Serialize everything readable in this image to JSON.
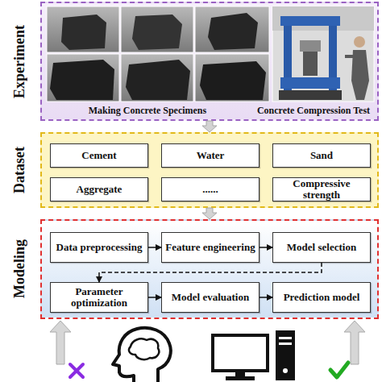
{
  "diagram": {
    "nodes": [
      {
        "text": [
          "Experiment",
          "Making Concrete Specimens",
          "Concrete Compression Test"
        ]
      },
      {
        "text": [
          "Dataset"
        ]
      },
      {
        "text": [
          "Cement"
        ],
        "in": 1
      },
      {
        "text": [
          "Water"
        ],
        "in": 1
      },
      {
        "text": [
          "Sand"
        ],
        "in": 1
      },
      {
        "text": [
          "Aggregate"
        ],
        "in": 1
      },
      {
        "text": [
          "......"
        ],
        "in": 1
      },
      {
        "text": [
          "Compressive strength"
        ],
        "in": 1
      },
      {
        "text": [
          "Modeling"
        ]
      },
      {
        "text": [
          "Data preprocessing"
        ],
        "in": 8
      },
      {
        "text": [
          "Feature engineering"
        ],
        "in": 8
      },
      {
        "text": [
          "Model selection"
        ],
        "in": 8
      },
      {
        "text": [
          "Parameter optimization"
        ],
        "in": 8
      },
      {
        "text": [
          "Model evaluation"
        ],
        "in": 8
      },
      {
        "text": [
          "Prediction model"
        ],
        "in": 8
      }
    ],
    "edges": [
      {
        "from": 0,
        "to": 1,
        "arrow": "to"
      },
      {
        "from": 1,
        "to": 8,
        "arrow": "to"
      },
      {
        "from": 9,
        "to": 10,
        "arrow": "to"
      },
      {
        "from": 10,
        "to": 11,
        "arrow": "to"
      },
      {
        "from": 11,
        "to": 12,
        "arrow": "to"
      },
      {
        "from": 12,
        "to": 13,
        "arrow": "to"
      },
      {
        "from": 13,
        "to": 14,
        "arrow": "to"
      }
    ]
  }
}
